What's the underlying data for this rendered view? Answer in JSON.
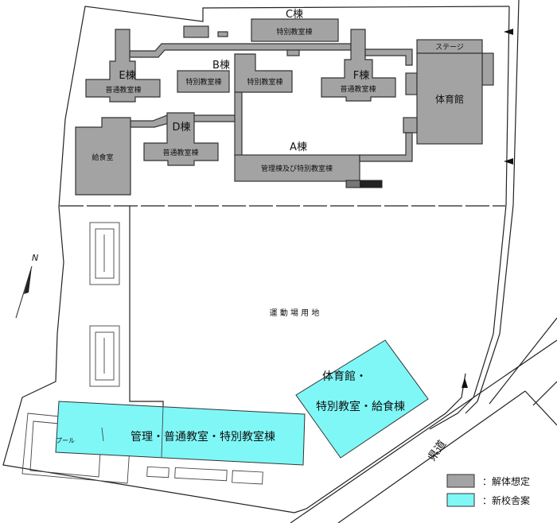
{
  "buildings": {
    "c": {
      "name": "C棟",
      "use": "特別教室棟"
    },
    "b": {
      "name": "B棟",
      "use_left": "特別教室棟",
      "use_right": "特別教室棟"
    },
    "e": {
      "name": "E棟",
      "use": "普通教室棟"
    },
    "f": {
      "name": "F棟",
      "use": "普通教室棟"
    },
    "d": {
      "name": "D棟",
      "use": "普通教室棟"
    },
    "a": {
      "name": "A棟",
      "use": "管理棟及び特別教室棟"
    },
    "kitchen": "給食室",
    "gym": "体育館",
    "stage": "ステージ"
  },
  "ground": "運 動 場 用 地",
  "pool": "プール",
  "road": "県道",
  "new_buildings": {
    "main": "管理・普通教室・特別教室棟",
    "gym_line1": "体育館・",
    "gym_line2": "特別教室・給食棟"
  },
  "north": "N",
  "legend": [
    {
      "label": "：解体想定",
      "color": "#a3a3a3"
    },
    {
      "label": "：新校舎案",
      "color": "#7ff7f7"
    }
  ]
}
